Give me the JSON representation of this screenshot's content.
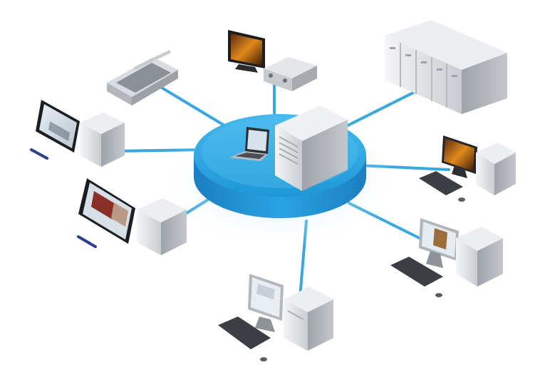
{
  "diagram": {
    "type": "star-network",
    "hub": {
      "name": "central-server-hub",
      "devices": [
        "server-tower",
        "laptop"
      ],
      "color": "#2fa9e4"
    },
    "link_color": "#3aa7de",
    "nodes": [
      {
        "name": "node-scanner",
        "devices": [
          "flatbed-scanner"
        ]
      },
      {
        "name": "node-tv-receiver",
        "devices": [
          "flat-screen-tv",
          "av-receiver"
        ]
      },
      {
        "name": "node-server-rack",
        "devices": [
          "rack-servers"
        ]
      },
      {
        "name": "node-workstation-tablet-top",
        "devices": [
          "tablet-display",
          "stylus-pen",
          "tower-case"
        ]
      },
      {
        "name": "node-workstation-tablet-mid",
        "devices": [
          "tablet-display",
          "stylus-pen",
          "tower-case"
        ]
      },
      {
        "name": "node-desktop-right-top",
        "devices": [
          "monitor",
          "keyboard",
          "mouse",
          "tower-case"
        ]
      },
      {
        "name": "node-desktop-right-bottom",
        "devices": [
          "monitor",
          "keyboard",
          "mouse",
          "tower-case"
        ]
      },
      {
        "name": "node-desktop-bottom",
        "devices": [
          "monitor",
          "keyboard",
          "mouse",
          "tower-case"
        ]
      }
    ]
  }
}
